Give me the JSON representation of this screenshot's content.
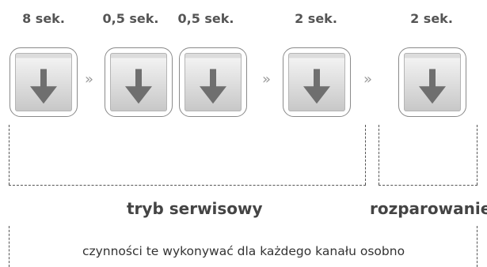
{
  "steps": [
    {
      "duration": "8 sek.",
      "icon": "arrow-down-icon"
    },
    {
      "duration": "0,5 sek.",
      "icon": "arrow-down-icon"
    },
    {
      "duration": "0,5 sek.",
      "icon": "arrow-down-icon"
    },
    {
      "duration": "2 sek.",
      "icon": "arrow-down-icon"
    },
    {
      "duration": "2 sek.",
      "icon": "arrow-down-icon"
    }
  ],
  "separator_glyph": "»",
  "groups": {
    "service_mode": "tryb serwisowy",
    "defogging": "rozparowanie"
  },
  "note": "czynności te wykonywać dla każdego kanału osobno",
  "colors": {
    "button_border": "#8a8a8a",
    "arrow": "#6f6f6f",
    "text": "#444444",
    "dashes": "#555555"
  }
}
